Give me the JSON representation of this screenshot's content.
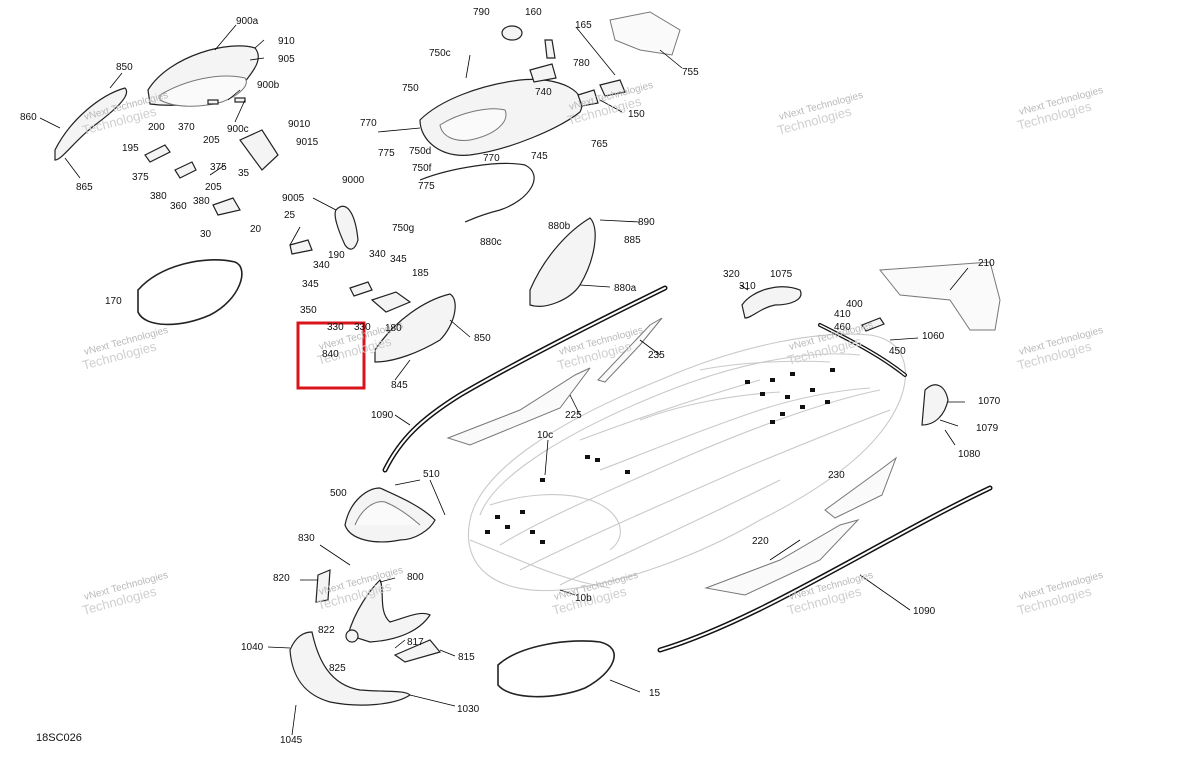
{
  "diagram": {
    "code": "18SC026",
    "highlight_color": "#d9141b",
    "watermark_line1": "vNext Technologies",
    "watermark_line2": "Technologies",
    "callouts": [
      "900a",
      "910",
      "905",
      "900b",
      "900c",
      "850",
      "860",
      "865",
      "200",
      "370",
      "205",
      "195",
      "375",
      "375",
      "380",
      "360",
      "380",
      "205",
      "35",
      "30",
      "9010",
      "9015",
      "9005",
      "9000",
      "25",
      "20",
      "790",
      "160",
      "165",
      "755",
      "750c",
      "780",
      "740",
      "150",
      "750",
      "770",
      "775",
      "750d",
      "750f",
      "770",
      "745",
      "765",
      "775",
      "750g",
      "880b",
      "890",
      "885",
      "880c",
      "880a",
      "190",
      "340",
      "340",
      "345",
      "345",
      "185",
      "350",
      "330",
      "330",
      "180",
      "850",
      "840",
      "845",
      "170",
      "210",
      "320",
      "1075",
      "310",
      "400",
      "410",
      "460",
      "1060",
      "450",
      "1070",
      "1079",
      "1080",
      "235",
      "225",
      "1090",
      "10c",
      "510",
      "500",
      "230",
      "830",
      "820",
      "800",
      "822",
      "817",
      "815",
      "825",
      "1040",
      "1030",
      "1045",
      "220",
      "10b",
      "1090",
      "15"
    ]
  }
}
